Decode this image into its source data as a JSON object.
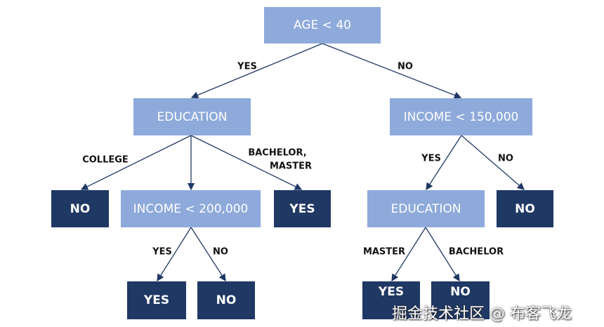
{
  "colors": {
    "decision": "#8eaadb",
    "leaf": "#1f3864",
    "edge": "#1f3864"
  },
  "nodes": {
    "root": "AGE < 40",
    "education_left": "EDUCATION",
    "income_150": "INCOME < 150,000",
    "leaf_college": "NO",
    "income_200": "INCOME < 200,000",
    "leaf_bachelor_master": "YES",
    "education_right": "EDUCATION",
    "leaf_income_no": "NO",
    "leaf_200_yes": "YES",
    "leaf_200_no": "NO",
    "leaf_master": "YES",
    "leaf_bachelor": "NO"
  },
  "edges": {
    "root_yes": "YES",
    "root_no": "NO",
    "college": "COLLEGE",
    "bachelor_master_1": "BACHELOR,",
    "bachelor_master_2": "MASTER",
    "inc150_yes": "YES",
    "inc150_no": "NO",
    "inc200_yes": "YES",
    "inc200_no": "NO",
    "master": "MASTER",
    "bachelor": "BACHELOR"
  },
  "watermark": "掘金技术社区 @ 布客飞龙"
}
